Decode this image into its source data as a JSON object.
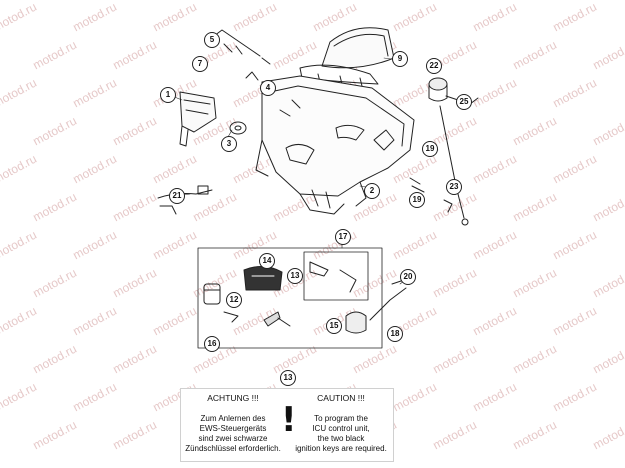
{
  "watermark": "motod.ru",
  "callouts": {
    "c1": "1",
    "c2": "2",
    "c3": "3",
    "c4": "4",
    "c5": "5",
    "c7": "7",
    "c9": "9",
    "c12": "12",
    "c13a": "13",
    "c13b": "13",
    "c14": "14",
    "c15": "15",
    "c16": "16",
    "c17": "17",
    "c18": "18",
    "c19a": "19",
    "c19b": "19",
    "c20": "20",
    "c21": "21",
    "c22": "22",
    "c23": "23",
    "c25": "25"
  },
  "notice": {
    "de_heading": "ACHTUNG !!!",
    "de_lines": [
      "Zum Anlernen des",
      "EWS-Steuergeräts",
      "sind zwei schwarze",
      "Zündschlüssel erforderlich."
    ],
    "en_heading": "CAUTION !!!",
    "en_lines": [
      "To program the",
      "ICU control unit,",
      "the two black",
      "ignition keys are required."
    ],
    "mark": "!"
  },
  "colors": {
    "line": "#222222",
    "watermark": "#e6c9c9",
    "background": "#ffffff"
  }
}
